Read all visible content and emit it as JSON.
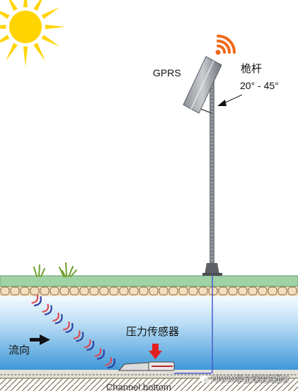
{
  "labels": {
    "gprs": "GPRS",
    "pole": "桅杆",
    "tilt_angle": "20° - 45°",
    "pressure_sensor": "压力传感器",
    "flow_direction": "流向",
    "channel_bottom": "Channel bottom"
  },
  "watermark": {
    "text": "HIWIN享全球的流量计"
  },
  "icons": [
    "sun-icon",
    "wireless-signal-icon",
    "grass-icon",
    "flow-arrow-icon",
    "down-arrow-icon"
  ],
  "colors": {
    "sun": "#ffd400",
    "signal": "#f06a1a",
    "ground": "#9fd3a6",
    "soil": "#f3dfbe",
    "water": "#3f98d8",
    "water_light": "#eef7fd",
    "pole": "#7e8389",
    "cable": "#4a5bd0",
    "sensor_arrow": "#e32020",
    "wave_red": "#e24a52",
    "wave_blue": "#2e3f9e"
  }
}
